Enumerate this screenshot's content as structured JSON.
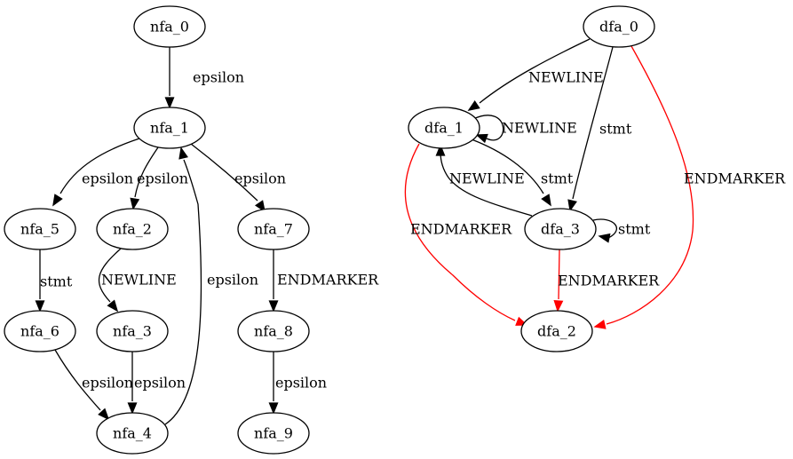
{
  "colors": {
    "default": "#000000",
    "highlight": "#ff0000"
  },
  "nfa": {
    "nodes": [
      "nfa_0",
      "nfa_1",
      "nfa_5",
      "nfa_2",
      "nfa_7",
      "nfa_6",
      "nfa_3",
      "nfa_8",
      "nfa_4",
      "nfa_9"
    ],
    "edges": [
      {
        "from": "nfa_0",
        "to": "nfa_1",
        "label": "epsilon"
      },
      {
        "from": "nfa_1",
        "to": "nfa_5",
        "label": "epsilon"
      },
      {
        "from": "nfa_1",
        "to": "nfa_2",
        "label": "epsilon"
      },
      {
        "from": "nfa_1",
        "to": "nfa_7",
        "label": "epsilon"
      },
      {
        "from": "nfa_5",
        "to": "nfa_6",
        "label": "stmt"
      },
      {
        "from": "nfa_2",
        "to": "nfa_3",
        "label": "NEWLINE"
      },
      {
        "from": "nfa_7",
        "to": "nfa_8",
        "label": "ENDMARKER"
      },
      {
        "from": "nfa_6",
        "to": "nfa_4",
        "label": "epsilon"
      },
      {
        "from": "nfa_3",
        "to": "nfa_4",
        "label": "epsilon"
      },
      {
        "from": "nfa_4",
        "to": "nfa_1",
        "label": "epsilon"
      },
      {
        "from": "nfa_8",
        "to": "nfa_9",
        "label": "epsilon"
      }
    ]
  },
  "dfa": {
    "nodes": [
      "dfa_0",
      "dfa_1",
      "dfa_3",
      "dfa_2"
    ],
    "edges": [
      {
        "from": "dfa_0",
        "to": "dfa_1",
        "label": "NEWLINE",
        "color": "#000000"
      },
      {
        "from": "dfa_0",
        "to": "dfa_3",
        "label": "stmt",
        "color": "#000000"
      },
      {
        "from": "dfa_0",
        "to": "dfa_2",
        "label": "ENDMARKER",
        "color": "#ff0000"
      },
      {
        "from": "dfa_1",
        "to": "dfa_1",
        "label": "NEWLINE",
        "color": "#000000"
      },
      {
        "from": "dfa_1",
        "to": "dfa_3",
        "label": "stmt",
        "color": "#000000"
      },
      {
        "from": "dfa_1",
        "to": "dfa_2",
        "label": "ENDMARKER",
        "color": "#ff0000"
      },
      {
        "from": "dfa_3",
        "to": "dfa_1",
        "label": "NEWLINE",
        "color": "#000000"
      },
      {
        "from": "dfa_3",
        "to": "dfa_3",
        "label": "stmt",
        "color": "#000000"
      },
      {
        "from": "dfa_3",
        "to": "dfa_2",
        "label": "ENDMARKER",
        "color": "#ff0000"
      }
    ]
  }
}
